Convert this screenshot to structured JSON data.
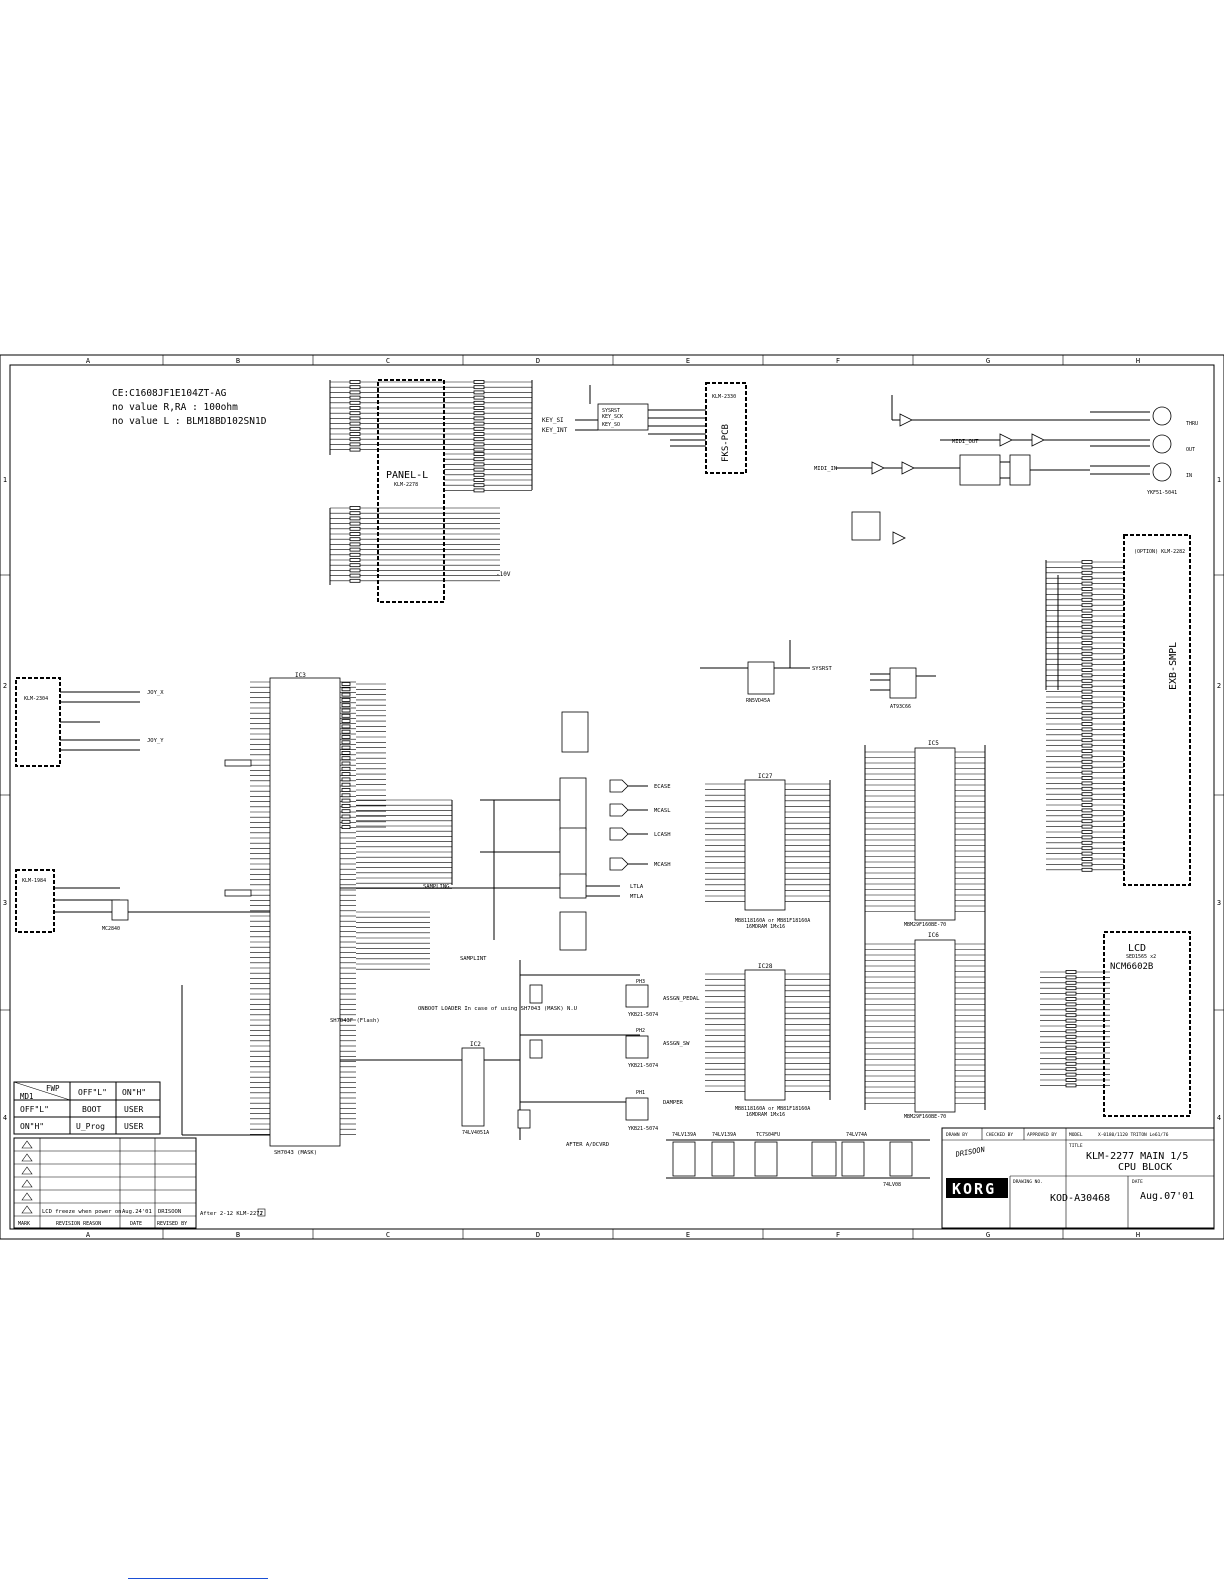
{
  "border": {
    "cols": [
      "A",
      "B",
      "C",
      "D",
      "E",
      "F",
      "G",
      "H"
    ],
    "rows": [
      "1",
      "2",
      "3",
      "4"
    ]
  },
  "notes": [
    "CE:C1608JF1E104ZT-AG",
    "no value R,RA : 100ohm",
    "no value L : BLM18BD102SN1D"
  ],
  "blocks": {
    "panel_l": "PANEL-L",
    "panel_l_sub": "KLM-2278",
    "fks": "FKS-PCB",
    "fks_sub": "KLM-2330",
    "exb": "EXB-SMPL",
    "exb_sub": "(OPTION) KLM-2282",
    "lcd": "LCD",
    "lcd_sub": "SED1565 x2",
    "lcd_part": "NCM6602B",
    "klm1984": "KLM-1984",
    "klm2304": "KLM-2304",
    "midi_jack": "YKF51-5041"
  },
  "signals": {
    "midi_in": "MIDI_IN",
    "midi_out": "MIDI_OUT",
    "thru": "THRU",
    "out": "OUT",
    "in": "IN",
    "key_si": "KEY_SI",
    "key_int": "KEY_INT",
    "sysrst": "SYSRST",
    "key_sck": "KEY_SCK",
    "key_so": "KEY_SO",
    "sampling": "SAMPLING",
    "samplint": "SAMPLINT",
    "assign_pedal": "ASSGN_PEDAL",
    "assign_sw": "ASSGN_SW",
    "damper": "DAMPER",
    "after": "AFTER A/DCVRD",
    "joy_x": "JOY_X",
    "joy_y": "JOY_Y",
    "minus10v": "-10V",
    "ecase": "ECASE",
    "mcas": "MCASL",
    "lcash": "LCASH",
    "mcash": "MCASH",
    "ltla": "LTLA",
    "mtla": "MTLA"
  },
  "chips": {
    "ic3": "IC3",
    "sh7043": "SH7043 (MASK)",
    "sh7043f": "SH7043F (Flash)",
    "ic27": "IC27",
    "ic28": "IC28",
    "dram_a": "MB8118160A or MB81F18160A",
    "dram_b": "16MDRAM 1Mx16",
    "ic5": "IC5",
    "ic6": "IC6",
    "flash_a": "MBM29F160BE-70",
    "flash_b": "MBM29F160BE-70",
    "ic2": "IC2",
    "ic2_part": "74LV4051A",
    "regulator": "RN5VD45A",
    "at93c66": "AT93C66",
    "bl": "74LV139A",
    "tc": "TC7S04FU",
    "lv74": "74LV74A",
    "lv08": "74LV08",
    "mc2840": "MC2840",
    "bootloader": "ONBOOT LOADER In case of using SH7043 (MASK) N.U"
  },
  "jacks": [
    "YKB21-5074",
    "YKB21-5074",
    "YKB21-5074"
  ],
  "jack_labels": [
    "PH3",
    "PH2",
    "PH1"
  ],
  "mode_table": {
    "corner_top": "FWP",
    "corner_left": "MD1",
    "col1": "OFF\"L\"",
    "col2": "ON\"H\"",
    "rows": [
      {
        "label": "OFF\"L\"",
        "a": "BOOT",
        "b": "USER"
      },
      {
        "label": "ON\"H\"",
        "a": "U_Prog",
        "b": "USER"
      }
    ]
  },
  "revision": {
    "entry": "LCD freeze when power on",
    "date": "Aug.24'01",
    "by": "DRISOON",
    "after": "After 2-12 KLM-2277",
    "after_mark": "2",
    "headers": [
      "MARK",
      "REVISION REASON",
      "DATE",
      "REVISED BY"
    ]
  },
  "title_block": {
    "drawn_by": "DRAWN BY",
    "checked_by": "CHECKED BY",
    "approved_by": "APPROVED BY",
    "model_label": "MODEL",
    "model": "X-0180/1120 TRITON Le61/76",
    "title_label": "TITLE",
    "title1": "KLM-2277 MAIN 1/5",
    "title2": "CPU BLOCK",
    "drawing_no_label": "DRAWING NO.",
    "drawing_no": "KOD-A30468",
    "date_label": "DATE",
    "date": "Aug.07'01",
    "brand": "KORG",
    "signature": "DRISOON"
  }
}
